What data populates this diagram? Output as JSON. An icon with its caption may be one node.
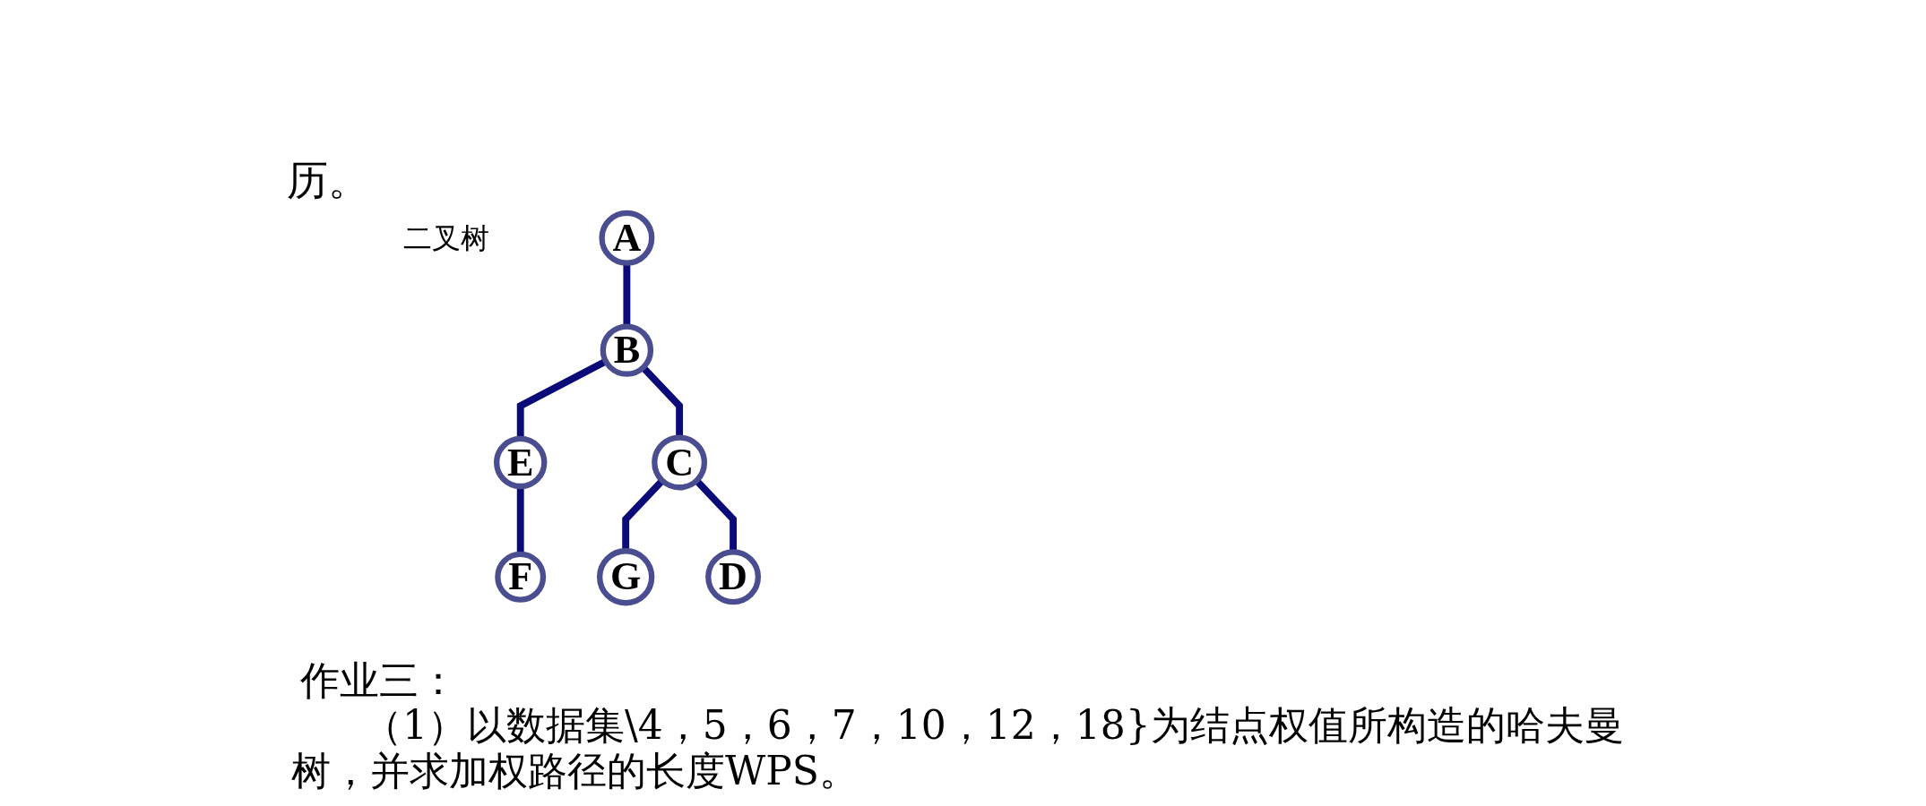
{
  "diagram": {
    "nodes": [
      {
        "text": [
          "A"
        ]
      },
      {
        "text": [
          "B"
        ]
      },
      {
        "text": [
          "E"
        ]
      },
      {
        "text": [
          "C"
        ]
      },
      {
        "text": [
          "F"
        ]
      },
      {
        "text": [
          "G"
        ]
      },
      {
        "text": [
          "D"
        ]
      }
    ],
    "edges": [
      {
        "from": 0,
        "to": 1,
        "arrow": "none"
      },
      {
        "from": 1,
        "to": 2,
        "arrow": "none"
      },
      {
        "from": 1,
        "to": 3,
        "arrow": "none"
      },
      {
        "from": 2,
        "to": 4,
        "arrow": "none"
      },
      {
        "from": 3,
        "to": 5,
        "arrow": "none"
      },
      {
        "from": 3,
        "to": 6,
        "arrow": "none"
      }
    ],
    "labels": [
      "历。",
      "二叉树",
      "作业三：",
      "（1）以数据集\\4，5，6，7，10，12，18}为结点权值所构造的哈夫曼树，并求加权路径的长度WPS。"
    ]
  }
}
